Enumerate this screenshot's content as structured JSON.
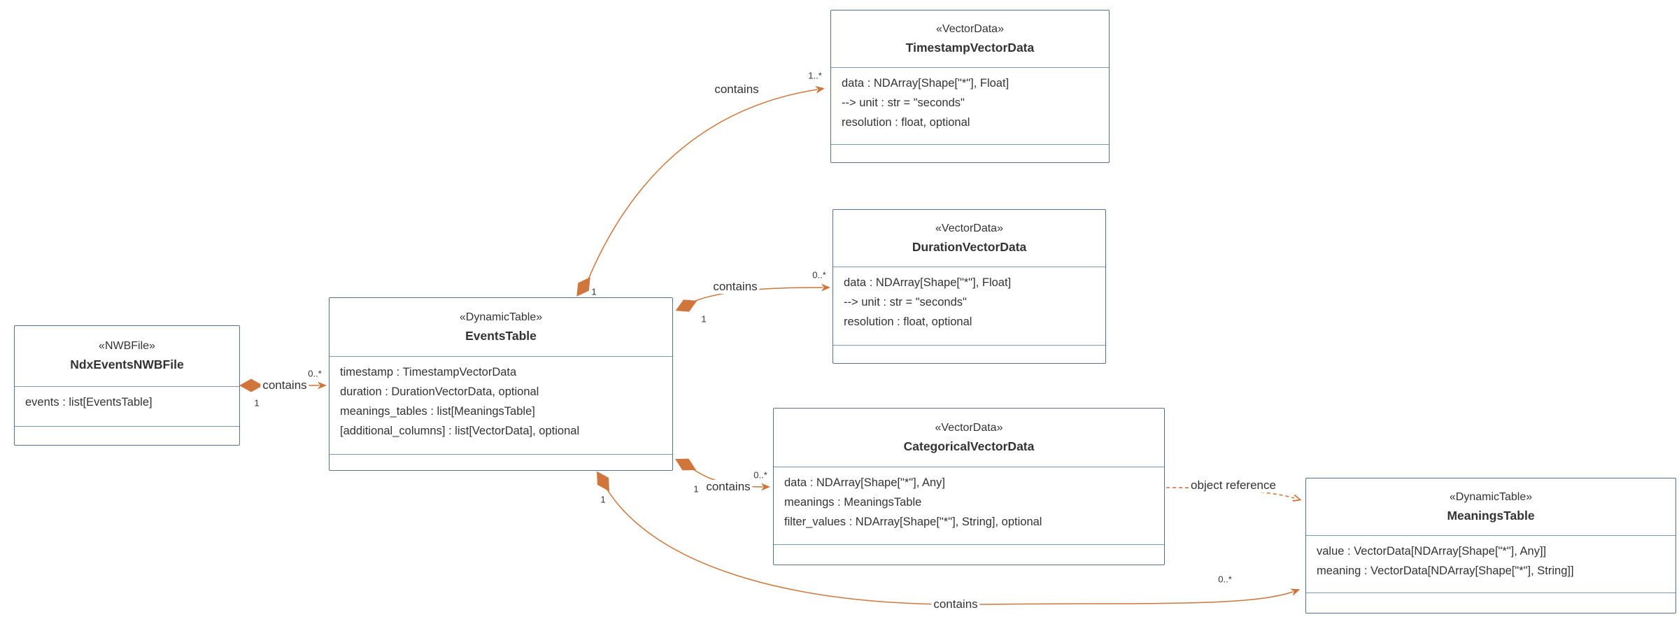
{
  "diagram": {
    "type": "uml-class-diagram",
    "colors": {
      "edge_orange": "#d0763c",
      "box_border": "#53718e",
      "divider": "#7b9ab0",
      "text": "#333333",
      "background": "#ffffff"
    },
    "classes": [
      {
        "stereotype": "«NWBFile»",
        "name": "NdxEventsNWBFile",
        "attributes": [
          "events : list[EventsTable]"
        ]
      },
      {
        "stereotype": "«DynamicTable»",
        "name": "EventsTable",
        "attributes": [
          "timestamp : TimestampVectorData",
          "duration : DurationVectorData, optional",
          "meanings_tables : list[MeaningsTable]",
          "[additional_columns] : list[VectorData], optional"
        ]
      },
      {
        "stereotype": "«VectorData»",
        "name": "TimestampVectorData",
        "attributes": [
          "data : NDArray[Shape[\"*\"], Float]",
          "--> unit : str = \"seconds\"",
          "resolution : float, optional"
        ]
      },
      {
        "stereotype": "«VectorData»",
        "name": "DurationVectorData",
        "attributes": [
          "data : NDArray[Shape[\"*\"], Float]",
          "--> unit : str = \"seconds\"",
          "resolution : float, optional"
        ]
      },
      {
        "stereotype": "«VectorData»",
        "name": "CategoricalVectorData",
        "attributes": [
          "data : NDArray[Shape[\"*\"], Any]",
          "meanings : MeaningsTable",
          "filter_values : NDArray[Shape[\"*\"], String], optional"
        ]
      },
      {
        "stereotype": "«DynamicTable»",
        "name": "MeaningsTable",
        "attributes": [
          "value : VectorData[NDArray[Shape[\"*\"], Any]]",
          "meaning : VectorData[NDArray[Shape[\"*\"], String]]"
        ]
      }
    ],
    "edges": [
      {
        "from": "NdxEventsNWBFile",
        "to": "EventsTable",
        "label": "contains",
        "source_mult": "1",
        "target_mult": "0..*",
        "kind": "composition"
      },
      {
        "from": "EventsTable",
        "to": "TimestampVectorData",
        "label": "contains",
        "source_mult": "1",
        "target_mult": "1..*",
        "kind": "composition"
      },
      {
        "from": "EventsTable",
        "to": "DurationVectorData",
        "label": "contains",
        "source_mult": "1",
        "target_mult": "0..*",
        "kind": "composition"
      },
      {
        "from": "EventsTable",
        "to": "CategoricalVectorData",
        "label": "contains",
        "source_mult": "1",
        "target_mult": "0..*",
        "kind": "composition"
      },
      {
        "from": "EventsTable",
        "to": "MeaningsTable",
        "label": "contains",
        "source_mult": "1",
        "target_mult": "0..*",
        "kind": "composition"
      },
      {
        "from": "CategoricalVectorData",
        "to": "MeaningsTable",
        "label": "object reference",
        "kind": "object-reference"
      }
    ]
  }
}
